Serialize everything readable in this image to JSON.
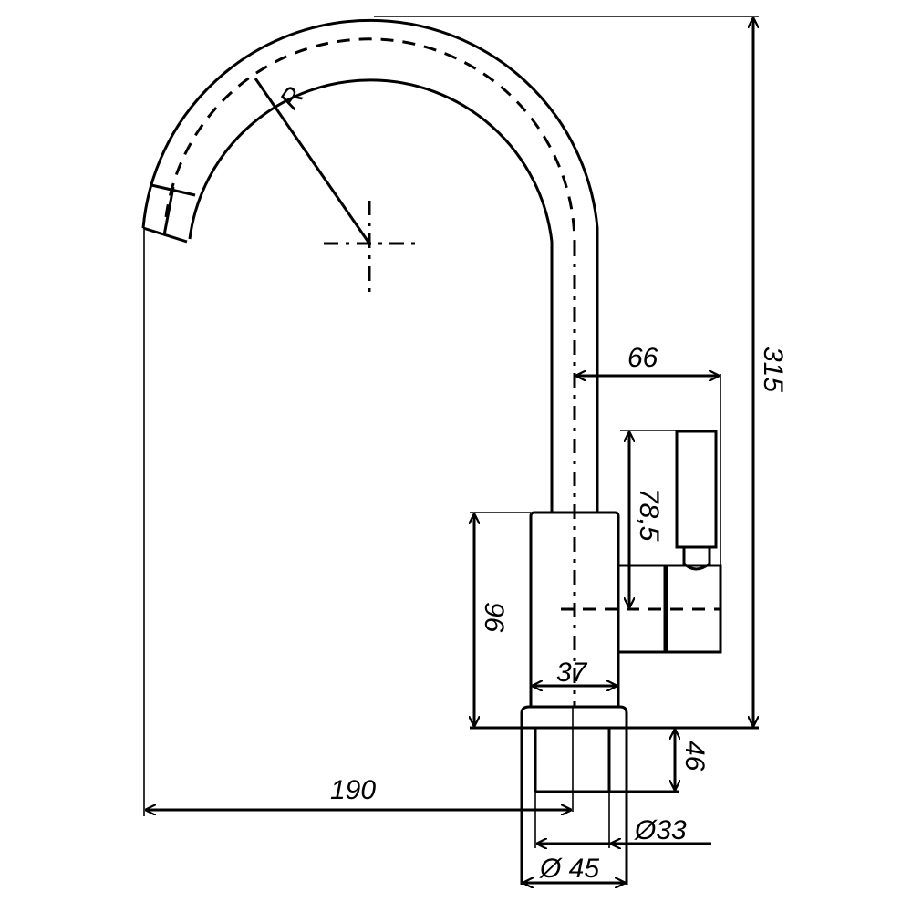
{
  "drawing": {
    "radius_label": "R",
    "dimensions": {
      "lever_offset": "66",
      "lever_height": "78,5",
      "body_height": "96",
      "body_width": "37",
      "thread_length": "46",
      "total_height": "315",
      "reach": "190",
      "thread_inner_dia": "Ø33",
      "thread_outer_dia": "Ø 45"
    }
  }
}
